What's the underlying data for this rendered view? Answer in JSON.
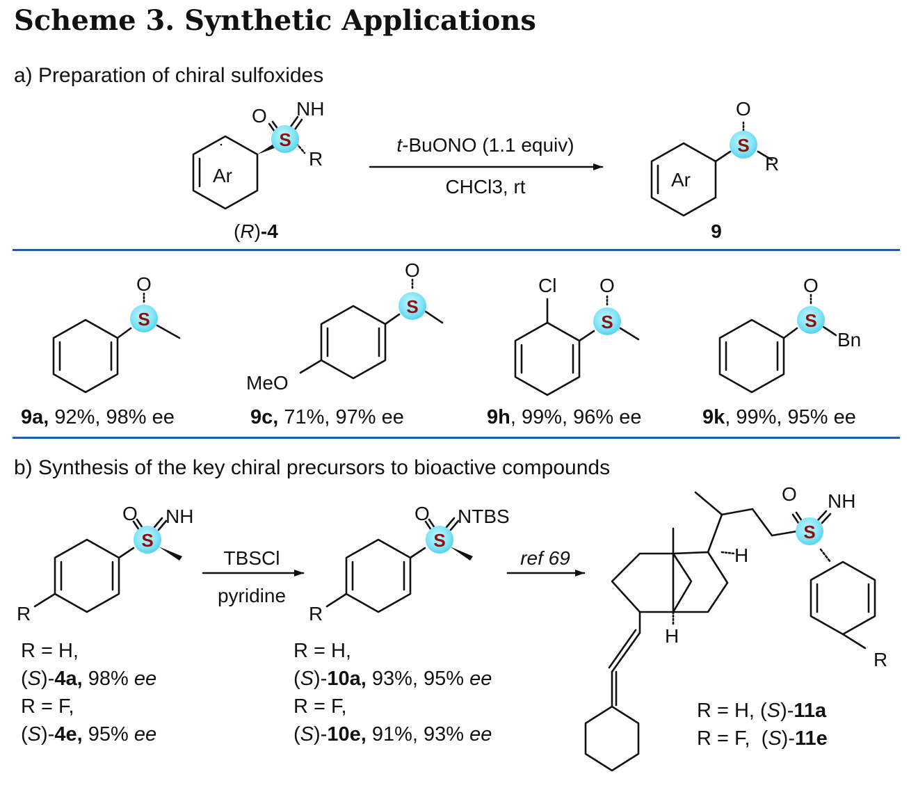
{
  "title": "Scheme 3. Synthetic Applications",
  "section_a": {
    "heading": "a) Preparation of chiral sulfoxides",
    "reagent_top_italic": "t",
    "reagent_top_rest": "-BuONO (1.1 equiv)",
    "reagent_bottom": "CHCl3, rt",
    "start_label_italic": "R",
    "start_label_num": "-4",
    "product_label": "9",
    "atoms": {
      "O": "O",
      "NH": "NH",
      "S": "S",
      "R": "R",
      "Ar": "Ar",
      "Cl": "Cl",
      "MeO": "MeO",
      "Bn": "Bn"
    }
  },
  "examples": [
    {
      "id": "9a,",
      "rest": " 92%, 98% ee"
    },
    {
      "id": "9c,",
      "rest": " 71%, 97% ee"
    },
    {
      "id": "9h",
      "rest": ", 99%, 96% ee"
    },
    {
      "id": "9k",
      "rest": ", 99%, 95% ee"
    }
  ],
  "section_b": {
    "heading": "b) Synthesis of the key chiral precursors to bioactive compounds",
    "step1_top": "TBSCl",
    "step1_bottom": "pyridine",
    "step2": "ref 69",
    "atoms": {
      "NTBS": "NTBS",
      "H": "H"
    },
    "col1": {
      "l1": "R = H,",
      "l2a": "(",
      "l2b": "S",
      "l2c": ")-",
      "l2d": "4a,",
      "l2e": " 98% ",
      "l2f": "ee",
      "l3": "R = F,",
      "l4a": "(",
      "l4b": "S",
      "l4c": ")-",
      "l4d": "4e,",
      "l4e": " 95% ",
      "l4f": "ee"
    },
    "col2": {
      "l1": "R = H,",
      "l2a": "(",
      "l2b": "S",
      "l2c": ")-",
      "l2d": "10a,",
      "l2e": " 93%, 95% ",
      "l2f": "ee",
      "l3": "R = F,",
      "l4a": "(",
      "l4b": "S",
      "l4c": ")-",
      "l4d": "10e,",
      "l4e": " 91%, 93% ",
      "l4f": "ee"
    },
    "col3": {
      "l1a": "R = H, (",
      "l1b": "S",
      "l1c": ")-",
      "l1d": "11a",
      "l2a": "R = F,  (",
      "l2b": "S",
      "l2c": ")-",
      "l2d": "11e"
    }
  },
  "colors": {
    "rule": "#1f5fa8",
    "sulfur_fill": "#7fe3f5",
    "sulfur_text": "#8b1010"
  }
}
